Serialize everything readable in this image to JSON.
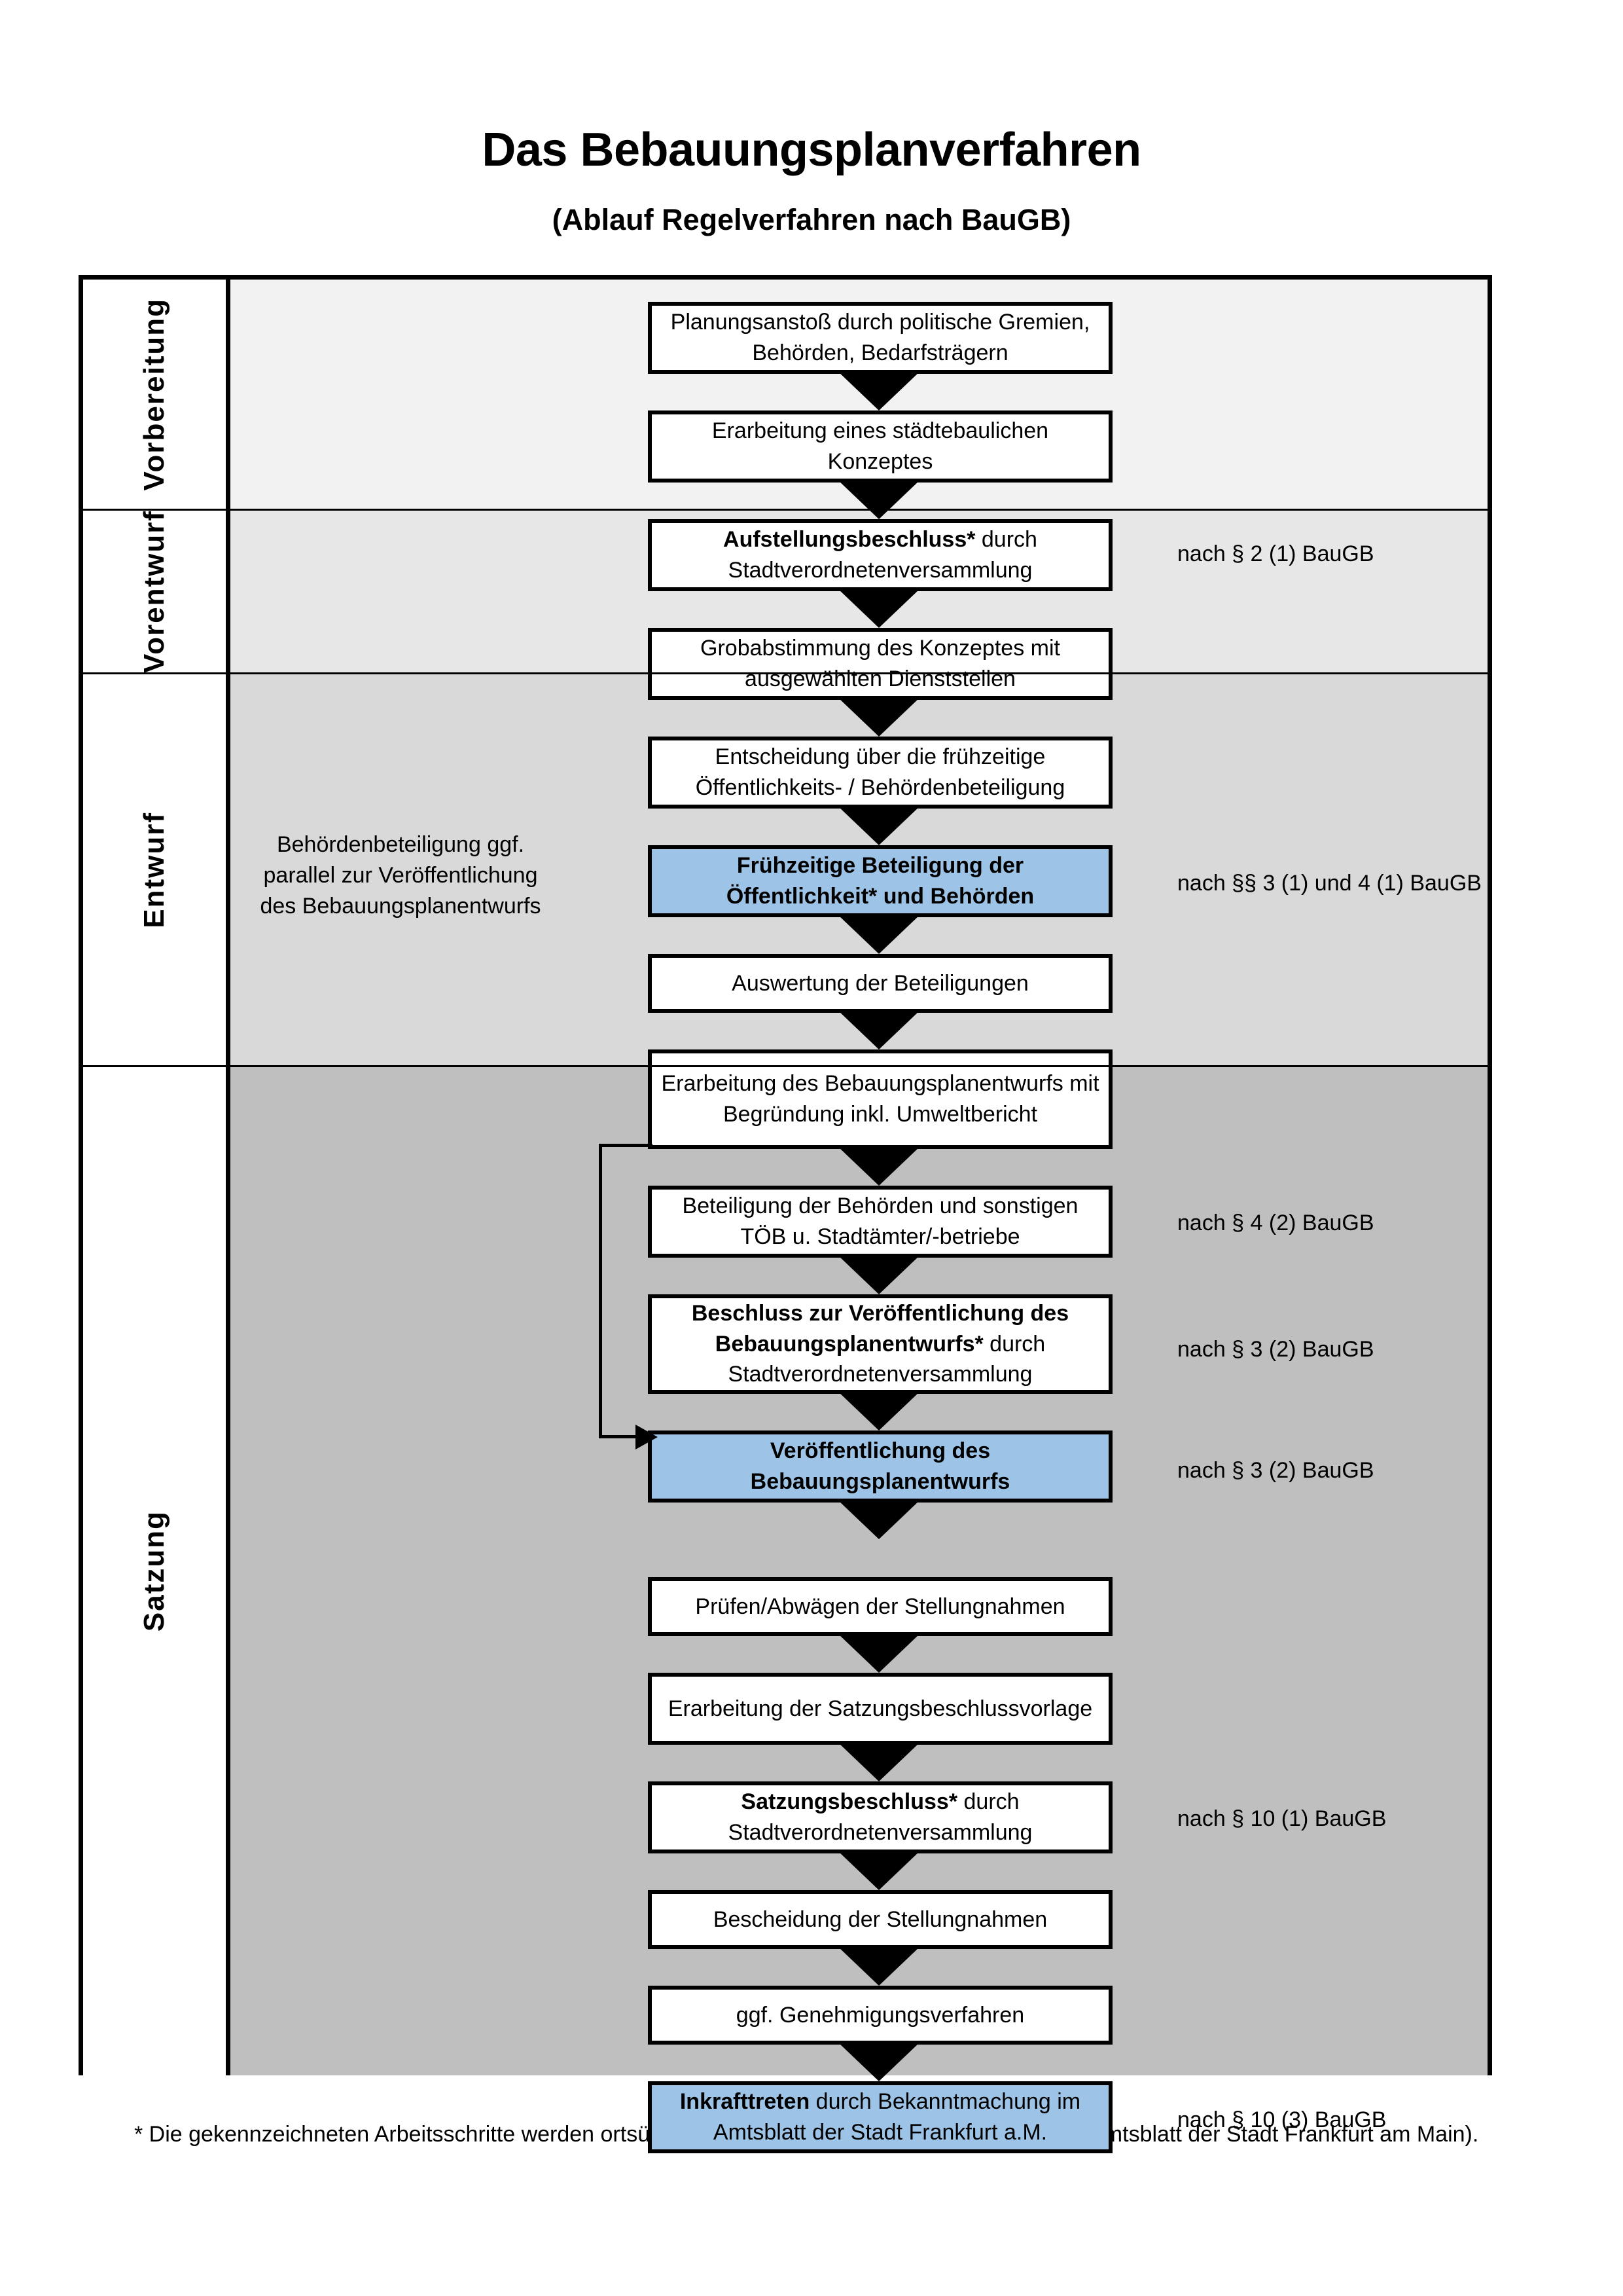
{
  "header": {
    "title": "Das Bebauungsplanverfahren",
    "subtitle": "(Ablauf Regelverfahren nach BauGB)"
  },
  "phases": [
    {
      "id": "vorbereitung",
      "label": "Vorbereitung",
      "band_color": "#F2F2F2"
    },
    {
      "id": "vorentwurf",
      "label": "Vorentwurf",
      "band_color": "#E7E7E7"
    },
    {
      "id": "entwurf",
      "label": "Entwurf",
      "band_color": "#D9D9D9"
    },
    {
      "id": "satzung",
      "label": "Satzung",
      "band_color": "#BFBFBF"
    }
  ],
  "steps": [
    {
      "n": 1,
      "phase": "vorbereitung",
      "bold": "",
      "text": "Planungsanstoß durch politische Gremien, Behörden, Bedarfsträgern",
      "highlight": false
    },
    {
      "n": 2,
      "phase": "vorbereitung",
      "bold": "",
      "text": "Erarbeitung eines städtebaulichen Konzeptes",
      "highlight": false
    },
    {
      "n": 3,
      "phase": "vorbereitung",
      "bold": "Aufstellungsbeschluss*",
      "text": " durch Stadtverordnetenversammlung",
      "highlight": false
    },
    {
      "n": 4,
      "phase": "vorentwurf",
      "bold": "",
      "text": "Grobabstimmung des Konzeptes mit ausgewählten Dienststellen",
      "highlight": false
    },
    {
      "n": 5,
      "phase": "vorentwurf",
      "bold": "",
      "text": "Entscheidung über die frühzeitige Öffentlichkeits- / Behördenbeteiligung",
      "highlight": false
    },
    {
      "n": 6,
      "phase": "vorentwurf",
      "bold": "Frühzeitige Beteiligung der Öffentlichkeit* und Behörden",
      "text": "",
      "highlight": true
    },
    {
      "n": 7,
      "phase": "entwurf",
      "bold": "",
      "text": "Auswertung der Beteiligungen",
      "highlight": false
    },
    {
      "n": 8,
      "phase": "entwurf",
      "bold": "",
      "text": "Erarbeitung des Bebauungsplanentwurfs mit Begründung inkl. Umweltbericht",
      "highlight": false
    },
    {
      "n": 9,
      "phase": "entwurf",
      "bold": "",
      "text": "Beteiligung der Behörden und sonstigen TÖB u. Stadtämter/-betriebe",
      "highlight": false
    },
    {
      "n": 10,
      "phase": "entwurf",
      "bold": "Beschluss zur Veröffentlichung des Bebauungsplanentwurfs*",
      "text": " durch Stadtverordnetenversammlung",
      "highlight": false
    },
    {
      "n": 11,
      "phase": "entwurf",
      "bold": "Veröffentlichung des Bebauungsplanentwurfs",
      "text": "",
      "highlight": true
    },
    {
      "n": 12,
      "phase": "satzung",
      "bold": "",
      "text": "Prüfen/Abwägen der Stellungnahmen",
      "highlight": false
    },
    {
      "n": 13,
      "phase": "satzung",
      "bold": "",
      "text": "Erarbeitung der Satzungsbeschlussvorlage",
      "highlight": false
    },
    {
      "n": 14,
      "phase": "satzung",
      "bold": "Satzungsbeschluss*",
      "text": " durch Stadtverordnetenversammlung",
      "highlight": false
    },
    {
      "n": 15,
      "phase": "satzung",
      "bold": "",
      "text": "Bescheidung der Stellungnahmen",
      "highlight": false
    },
    {
      "n": 16,
      "phase": "satzung",
      "bold": "",
      "text": "ggf. Genehmigungsverfahren",
      "highlight": false
    },
    {
      "n": 17,
      "phase": "satzung",
      "bold": "Inkrafttreten",
      "text": " durch Bekanntmachung im Amtsblatt der Stadt Frankfurt a.M.",
      "highlight": true
    }
  ],
  "legal_refs": [
    {
      "id": "ref-2-1",
      "text": "nach § 2 (1) BauGB"
    },
    {
      "id": "ref-3-1-4-1",
      "text": "nach §§ 3 (1) und 4 (1) BauGB"
    },
    {
      "id": "ref-4-2",
      "text": "nach § 4 (2) BauGB"
    },
    {
      "id": "ref-3-2-a",
      "text": "nach § 3 (2) BauGB"
    },
    {
      "id": "ref-3-2-b",
      "text": "nach § 3 (2) BauGB"
    },
    {
      "id": "ref-10-1",
      "text": "nach § 10 (1) BauGB"
    },
    {
      "id": "ref-10-3",
      "text": "nach § 10 (3) BauGB"
    }
  ],
  "side_note": {
    "text": "Behördenbeteiligung ggf. parallel zur Veröffentlichung des Bebauungsplanentwurfs"
  },
  "footnote": {
    "text": "* Die gekennzeichneten Arbeitsschritte werden ortsüblich bekanntgegeben (Bekanntmachung im Amtsblatt  der Stadt Frankfurt am Main)."
  },
  "colors": {
    "highlight_box": "#9DC3E6",
    "border": "#000000",
    "page_background": "#FFFFFF"
  }
}
